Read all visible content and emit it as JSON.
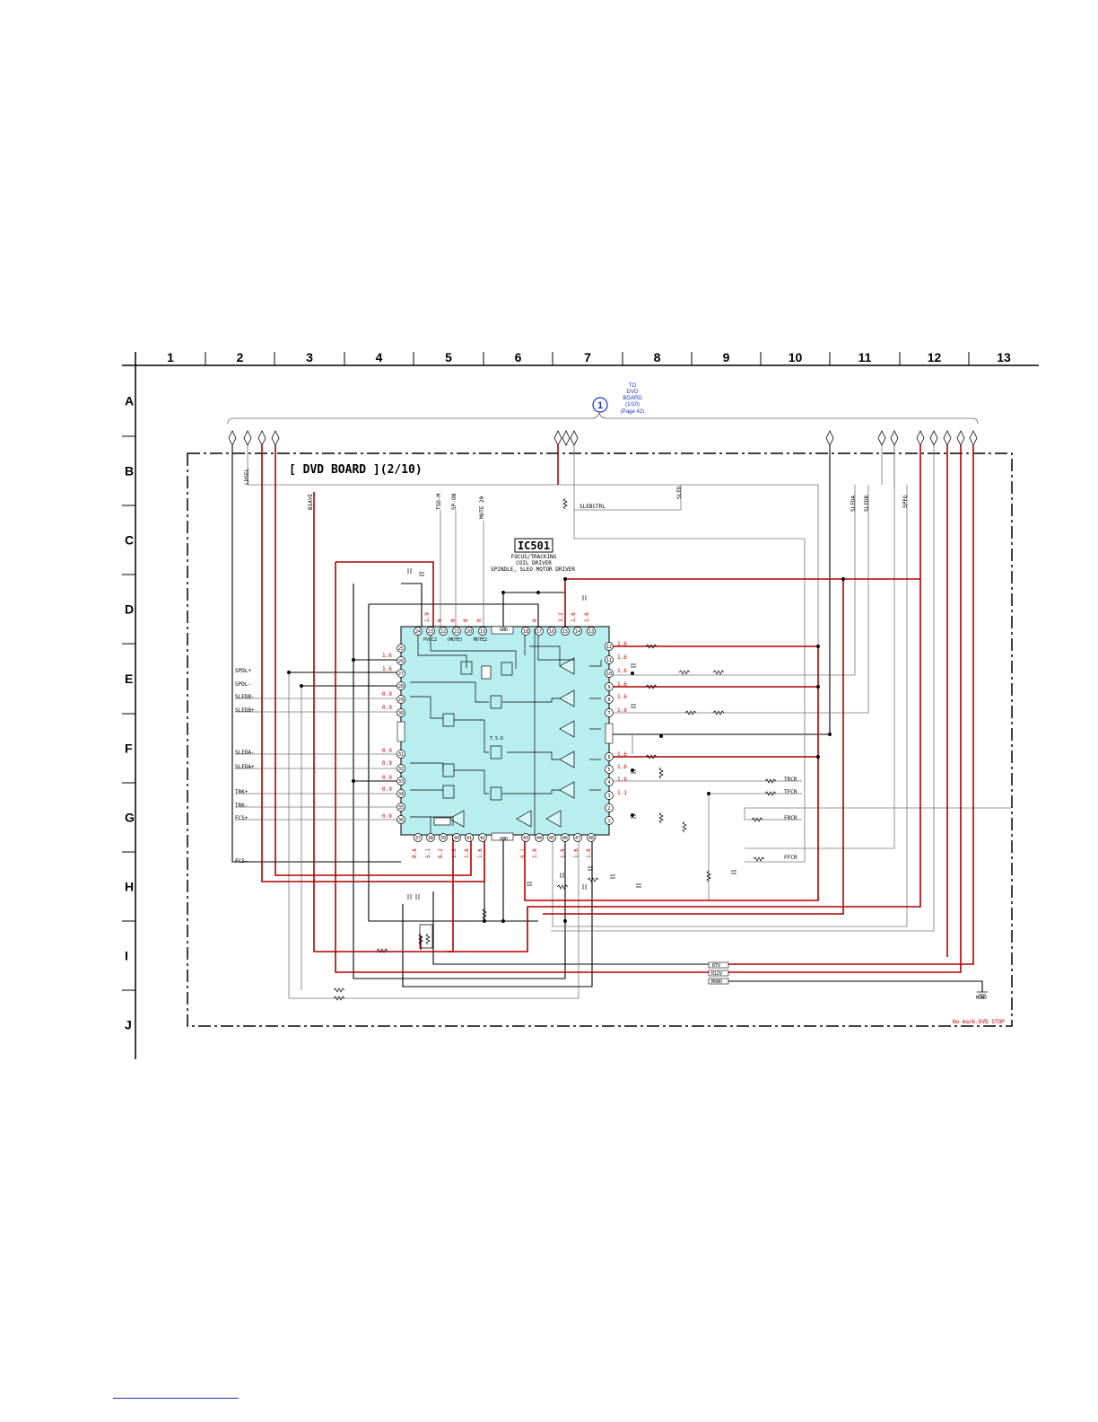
{
  "grid": {
    "columns": [
      "1",
      "2",
      "3",
      "4",
      "5",
      "6",
      "7",
      "8",
      "9",
      "10",
      "11",
      "12",
      "13"
    ],
    "rows": [
      "A",
      "B",
      "C",
      "D",
      "E",
      "F",
      "G",
      "H",
      "I",
      "J"
    ]
  },
  "board_title": "[ DVD BOARD ](2/10)",
  "connector": {
    "number": "1",
    "to_lines": [
      "TO",
      "DVD",
      "BOARD",
      "(1/10)",
      "(Page 42)"
    ]
  },
  "ic": {
    "ref": "IC501",
    "desc": [
      "FOCUS/TRACKING",
      "COIL DRIVER",
      "SPINDLE, SLEO MOTOR DRIVER"
    ],
    "inner_labels": [
      "PVCC2",
      "(MUTE)",
      "MUTE2",
      "T.S.D",
      "GND",
      "GND"
    ]
  },
  "signals": {
    "top": [
      "LDSEL",
      "BIAVE",
      "TSD-M",
      "SP-ON",
      "MUTE 20",
      "SLEBCTRL",
      "SLED",
      "SLEDA",
      "SLEDB",
      "SPFG"
    ],
    "left": [
      "SPDL+",
      "SPDL-",
      "SLEDB-",
      "SLEDB+",
      "SLEDA-",
      "SLEDA+",
      "TRK+",
      "TRK-",
      "FCS+",
      "FCS-"
    ],
    "right": [
      "TRCR",
      "TFCR",
      "FRCR",
      "FFCR"
    ],
    "bottom": [
      "RTV",
      "R12V",
      "MONO"
    ],
    "mono_gnd": "MONO"
  },
  "pins": {
    "top": [
      "24",
      "23",
      "22",
      "21",
      "20",
      "19",
      "",
      "18",
      "17",
      "16",
      "15",
      "14",
      "13"
    ],
    "right": [
      "12",
      "11",
      "10",
      "9",
      "8",
      "7",
      "",
      "6",
      "5",
      "4",
      "3",
      "2",
      "1"
    ],
    "bottom": [
      "37",
      "38",
      "39",
      "40",
      "41",
      "42",
      "",
      "43",
      "44",
      "45",
      "46",
      "47",
      "48"
    ],
    "left": [
      "25",
      "26",
      "27",
      "28",
      "29",
      "30",
      "",
      "31",
      "32",
      "33",
      "34",
      "35",
      "36"
    ]
  },
  "voltages": {
    "top": [
      "1.9",
      "0",
      "0",
      "0",
      "0",
      "0",
      "3.2",
      "1.6",
      "1.6"
    ],
    "right": [
      "1.6",
      "1.6",
      "1.6",
      "1.6",
      "1.6",
      "1.6",
      "1.6",
      "1.6",
      "1.6",
      "1.1"
    ],
    "left": [
      "1.6",
      "1.6",
      "0.9",
      "0.9",
      "0.9",
      "0.9",
      "0.9",
      "0.9",
      "0.9"
    ],
    "bottom": [
      "0.8",
      "5.1",
      "6.2",
      "1.6",
      "1.6",
      "1.6",
      "5.1",
      "1.6",
      "1.6",
      "1.6",
      "1.6"
    ]
  },
  "note": "No mark:DVD STOP",
  "colors": {
    "red": "#b00000",
    "ic_fill": "#b8eef0",
    "blue": "#2030c0",
    "gray": "#888888"
  }
}
